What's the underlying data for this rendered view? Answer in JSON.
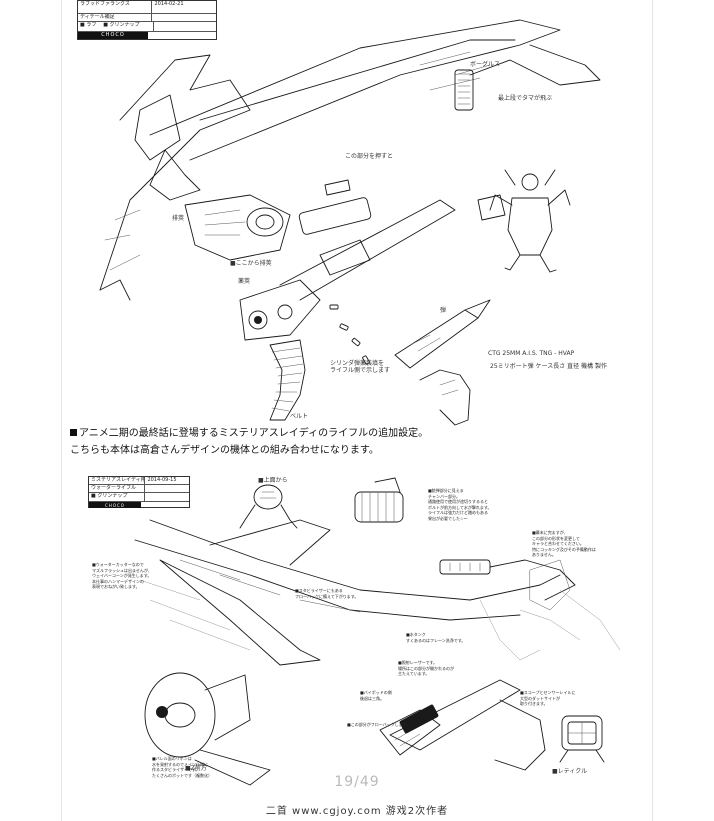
{
  "sheet1": {
    "line1": "ラブッドファランクス",
    "line2": "ディテール補足",
    "date": "2014-02-21",
    "check_a": "■ ラフ",
    "check_b": "■ クリンナップ",
    "brand": "CHOCO"
  },
  "annotations_top": {
    "bougurusu": "ボーグルス",
    "tip_note": "最上段でタマが飛ぶ",
    "mid_note": "この部分を押すと",
    "kokokara": "■ここから排莢",
    "haikyo": "排莢",
    "meisen": "薬莢",
    "tama": "弾",
    "shell_note": "シリンダ弾薬装填を\nライフル側で示します",
    "beruto": "ベルト",
    "ammo_label": "CTG 25MM A.I.S. TNG - HVAP",
    "ammo_note": "25ミリボート弾 ケース長さ 直径 機構 製作"
  },
  "caption": {
    "line1": "アニメ二期の最終話に登場するミステリアスレイディのライフルの追加設定。",
    "line2": "こちらも本体は高倉さんデザインの機体との組み合わせになります。"
  },
  "sheet2": {
    "line1": "ミステリアスレイディ用",
    "line2": "ウォーターライフル",
    "date": "2014-09-15",
    "check_a": "■ クリンナップ",
    "brand": "CHOCO"
  },
  "annotations_bottom": {
    "top_view": "■上面から",
    "chamber": "■銃弾部分に見える\nチャンバー部分。\n通路使用で使用が途切りするると\nボルトが前方向して水が撃れます。\nライフルは強力だけど踏めもある\n果出が必要でした☆～",
    "right_note": "■幕末に完ますが、\nこの部分の形状を変更して\nキャラと合わせてください。\n特にコッキング及びその予備動作は\nありません。",
    "water_cutter": "■ウォーターカッターなので\nマズルフラッシュは出ませんが、\nウェイバーコーンが発生します。\n本仕事のハンマーデザインの\n表現でおねがい致します。",
    "stabilizer": "■スタビライザーにもある\nフローバックに備えて下がります。",
    "tank": "■水タンク\nすくあるのはフレーン洗浄です。",
    "laser": "■照射レーザーです。\n場所はこの部分が開かれるのが\n主たえています。",
    "bipod": "■バイポッドの側\n後退は三角。",
    "flowback": "■この部分がフローバックします。",
    "scope": "■スコープとセンサーレイルに\n大型のダットサイトが\n取り付きます。",
    "barrel": "■バレル面のリボンは\n水を発射するのでメイツ仕様に\n作るスタビライザーです。\nたくさんのポットです（複数化）",
    "z_front": "■Z前方",
    "reticle": "■レティクル"
  },
  "page": "19/49",
  "watermark": "二首 www.cgjoy.com 游戏2次作者"
}
